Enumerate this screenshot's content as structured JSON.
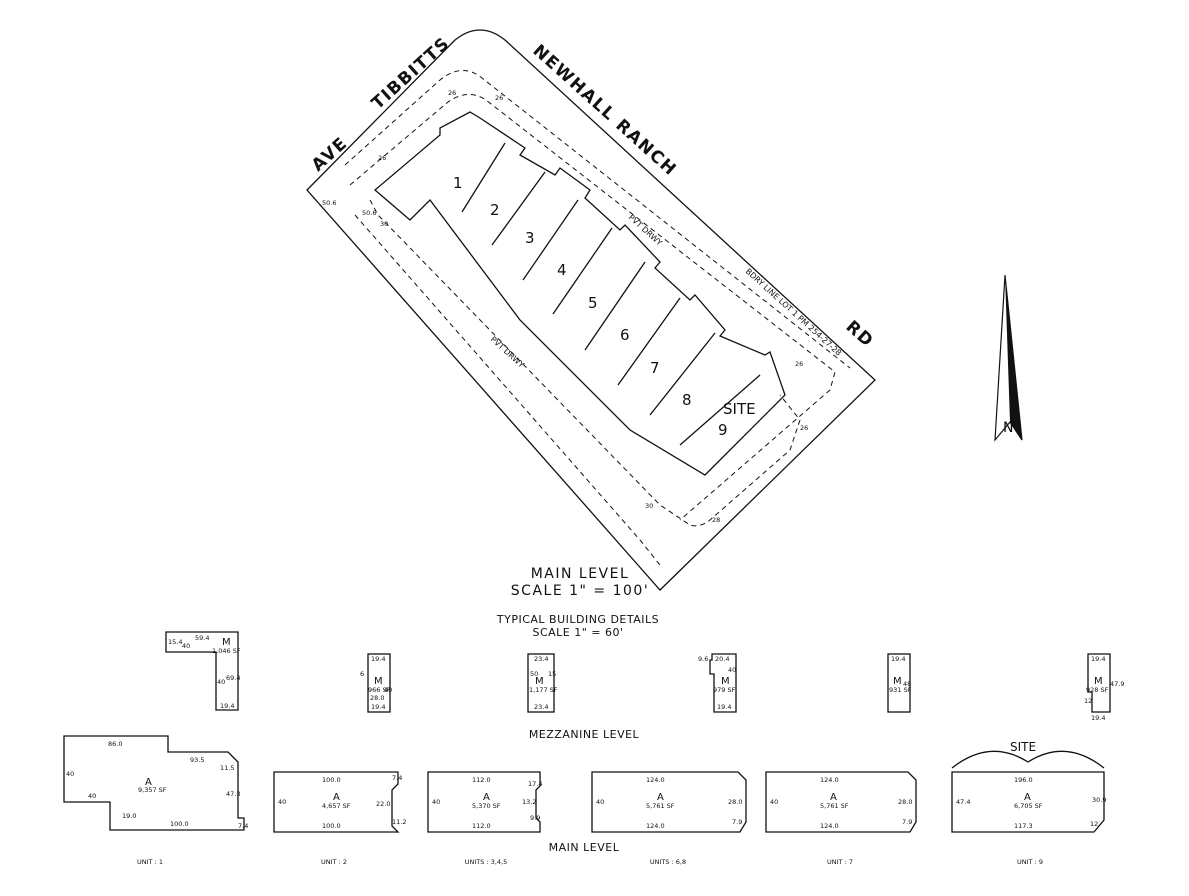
{
  "streets": {
    "newhall": "NEWHALL RANCH",
    "rd": "RD",
    "tibbitts": "TIBBITTS",
    "ave": "AVE"
  },
  "site_labels": {
    "site_main": "SITE",
    "site_detail": "SITE",
    "pvt_drwy_a": "PVT DRWY",
    "pvt_drwy_b": "PVT DRWY",
    "boundary_note": "BDRY LINE LOT 1 PM 254-27-28"
  },
  "units": [
    "1",
    "2",
    "3",
    "4",
    "5",
    "6",
    "7",
    "8",
    "9"
  ],
  "setbacks": {
    "s26a": "26",
    "s26b": "26",
    "s26c": "26",
    "s26d": "26",
    "s26e": "26",
    "s30a": "30",
    "s30b": "30",
    "s50a": "50.6",
    "s50b": "50.6",
    "s28": "28"
  },
  "north_arrow": "N",
  "main_title": {
    "line1": "MAIN LEVEL",
    "line2": "SCALE  1\" = 100'"
  },
  "detail_title": {
    "line1": "TYPICAL BUILDING DETAILS",
    "line2": "SCALE  1\" = 60'"
  },
  "level_labels": {
    "mezzanine": "MEZZANINE LEVEL",
    "main": "MAIN LEVEL"
  },
  "mezzanines": [
    {
      "letter": "M",
      "area": "1,046 SF",
      "dims": [
        "59.4",
        "40",
        "15.4",
        "69.4",
        "40",
        "19.4"
      ]
    },
    {
      "letter": "M",
      "area": "966 SF",
      "dims": [
        "19.4",
        "19.4",
        "28.0",
        "40",
        "6"
      ]
    },
    {
      "letter": "M",
      "area": "1,177 SF",
      "dims": [
        "23.4",
        "23.4",
        "50",
        "15"
      ]
    },
    {
      "letter": "M",
      "area": "979 SF",
      "dims": [
        "20.4",
        "19.4",
        "9.6",
        "40"
      ]
    },
    {
      "letter": "M",
      "area": "931 SF",
      "dims": [
        "19.4",
        "48"
      ]
    },
    {
      "letter": "M",
      "area": "928 SF",
      "dims": [
        "19.4",
        "19.4",
        "47.9",
        "12"
      ]
    }
  ],
  "main_units": [
    {
      "letter": "A",
      "area": "9,357 SF",
      "caption": "UNIT : 1",
      "dims": [
        "86.0",
        "93.5",
        "11.5",
        "47.3",
        "100.0",
        "40",
        "40",
        "19.0",
        "7.4"
      ]
    },
    {
      "letter": "A",
      "area": "4,657 SF",
      "caption": "UNIT : 2",
      "dims": [
        "100.0",
        "100.0",
        "40",
        "22.0",
        "11.2",
        "7.4"
      ]
    },
    {
      "letter": "A",
      "area": "5,370 SF",
      "caption": "UNITS : 3,4,5",
      "dims": [
        "112.0",
        "112.0",
        "40",
        "13.2",
        "17.4",
        "9.9"
      ]
    },
    {
      "letter": "A",
      "area": "5,761 SF",
      "caption": "UNITS : 6,8",
      "dims": [
        "124.0",
        "124.0",
        "40",
        "28.0",
        "7.9"
      ]
    },
    {
      "letter": "A",
      "area": "5,761 SF",
      "caption": "UNIT : 7",
      "dims": [
        "124.0",
        "124.0",
        "40",
        "28.0",
        "7.9"
      ]
    },
    {
      "letter": "A",
      "area": "6,705 SF",
      "caption": "UNIT : 9",
      "dims": [
        "196.0",
        "117.3",
        "47.4",
        "30.9",
        "12"
      ]
    }
  ]
}
